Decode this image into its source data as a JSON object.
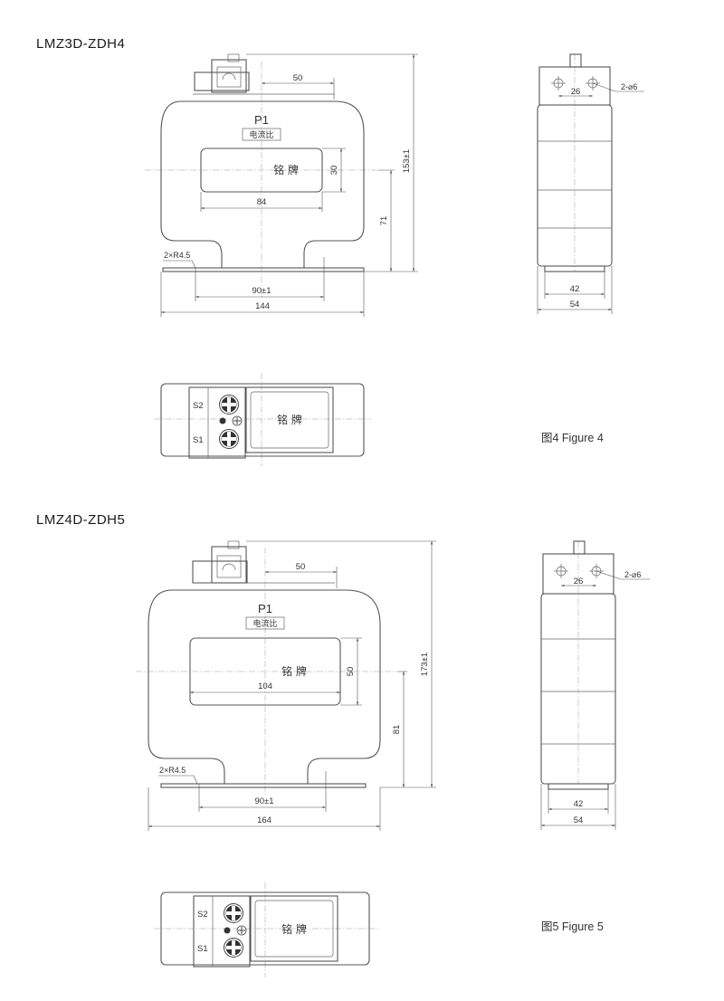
{
  "figures": [
    {
      "model": "LMZ3D-ZDH4",
      "caption": "图4 Figure 4",
      "front": {
        "terminal_label": "P1",
        "ratio_label": "电流比",
        "nameplate_label": "铭 牌",
        "dim_top": "50",
        "dim_window_height": "30",
        "dim_window_width": "84",
        "dim_overall_height": "153±1",
        "dim_center_height": "71",
        "dim_radius": "2×R4.5",
        "dim_hole_spacing": "90±1",
        "dim_overall_width": "144"
      },
      "side": {
        "dim_top_spacing": "26",
        "dim_holes": "2-⌀6",
        "dim_base": "42",
        "dim_width": "54"
      },
      "top": {
        "terminal_s2": "S2",
        "terminal_s1": "S1",
        "nameplate_label": "铭 牌"
      }
    },
    {
      "model": "LMZ4D-ZDH5",
      "caption": "图5 Figure 5",
      "front": {
        "terminal_label": "P1",
        "ratio_label": "电流比",
        "nameplate_label": "铭 牌",
        "dim_top": "50",
        "dim_window_height": "50",
        "dim_window_width": "104",
        "dim_overall_height": "173±1",
        "dim_center_height": "81",
        "dim_radius": "2×R4.5",
        "dim_hole_spacing": "90±1",
        "dim_overall_width": "164"
      },
      "side": {
        "dim_top_spacing": "26",
        "dim_holes": "2-⌀6",
        "dim_base": "42",
        "dim_width": "54"
      },
      "top": {
        "terminal_s2": "S2",
        "terminal_s1": "S1",
        "nameplate_label": "铭 牌"
      }
    }
  ]
}
